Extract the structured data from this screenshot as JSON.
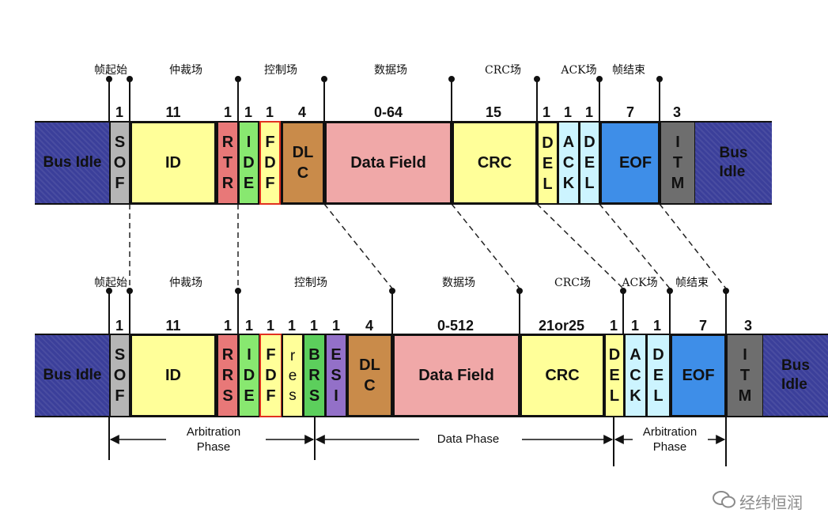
{
  "can": {
    "bus_idle_left": "Bus Idle",
    "bus_idle_right": "Bus\nIdle",
    "field_labels": [
      "帧起始",
      "仲裁场",
      "控制场",
      "数据场",
      "CRC场",
      "ACK场",
      "帧结束"
    ],
    "bit_counts": [
      "1",
      "11",
      "1",
      "1",
      "1",
      "4",
      "0-64",
      "15",
      "1",
      "1",
      "1",
      "7",
      "3"
    ],
    "fields": [
      "S\nO\nF",
      "ID",
      "R\nT\nR",
      "I\nD\nE",
      "F\nD\nF",
      "DL\nC",
      "Data Field",
      "CRC",
      "D\nE\nL",
      "A\nC\nK",
      "D\nE\nL",
      "EOF",
      "I\nT\nM"
    ]
  },
  "canfd": {
    "bus_idle_left": "Bus Idle",
    "bus_idle_right": "Bus\nIdle",
    "field_labels": [
      "帧起始",
      "仲裁场",
      "控制场",
      "数据场",
      "CRC场",
      "ACK场",
      "帧结束"
    ],
    "bit_counts": [
      "1",
      "11",
      "1",
      "1",
      "1",
      "1",
      "1",
      "1",
      "4",
      "0-512",
      "21or25",
      "1",
      "1",
      "1",
      "7",
      "3"
    ],
    "fields": [
      "S\nO\nF",
      "ID",
      "R\nR\nS",
      "I\nD\nE",
      "F\nD\nF",
      "r\ne\ns",
      "B\nR\nS",
      "E\nS\nI",
      "DL\nC",
      "Data Field",
      "CRC",
      "D\nE\nL",
      "A\nC\nK",
      "D\nE\nL",
      "EOF",
      "I\nT\nM"
    ],
    "phases": [
      "Arbitration\nPhase",
      "Data Phase",
      "Arbitration\nPhase"
    ]
  },
  "watermark": "经纬恒润",
  "colors": {
    "bus_idle": "#3b3f9a",
    "sof": "#b5b5b5",
    "id": "#ffff99",
    "rtr": "#e87878",
    "ide": "#88e870",
    "fdf": "#ffff99",
    "fdf_border": "#e03020",
    "dlc": "#c98b4a",
    "data": "#f0a8a8",
    "crc": "#ffff99",
    "del": "#ffff99",
    "ack": "#ccf4ff",
    "eof": "#3e8ee8",
    "itm": "#6e6e6e",
    "brs": "#5ccf5c",
    "esi": "#9370c8"
  }
}
